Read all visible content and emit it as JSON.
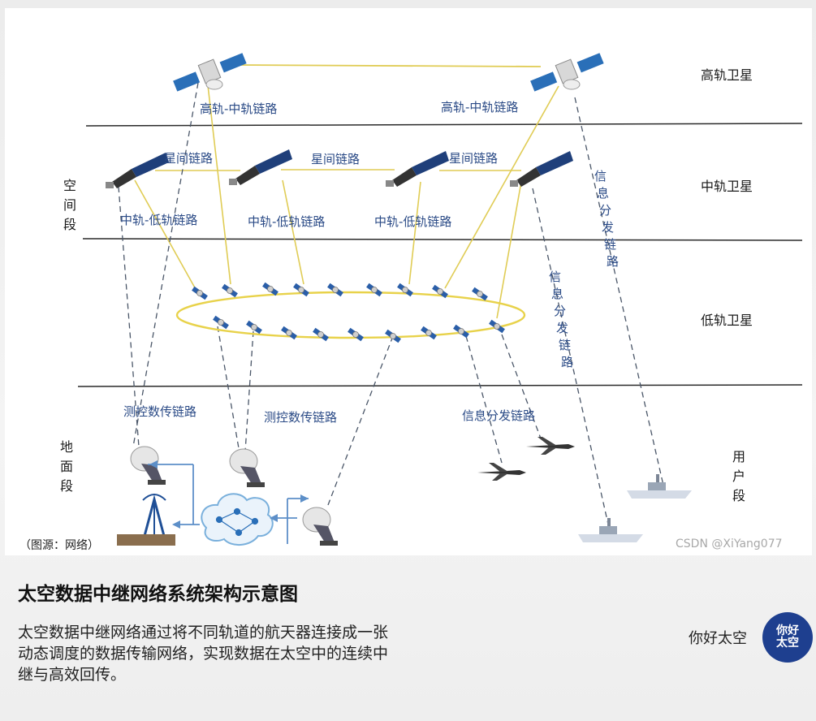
{
  "diagram": {
    "tiers": {
      "geo": "高轨卫星",
      "meo": "中轨卫星",
      "leo": "低轨卫星"
    },
    "segments": {
      "space": "空间段",
      "ground": "地面段",
      "user": "用户段"
    },
    "links": {
      "geo_meo": "高轨-中轨链路",
      "inter_sat": "星间链路",
      "meo_leo": "中轨-低轨链路",
      "info_dist": "信息分发链路",
      "ttc_data": "测控数传链路"
    },
    "source_note": "（图源：网络）",
    "watermark": "CSDN @XiYang077"
  },
  "caption": {
    "title": "太空数据中继网络系统架构示意图",
    "body": "太空数据中继网络通过将不同轨道的航天器连接成一张动态调度的数据传输网络，实现数据在太空中的连续中继与高效回传。"
  },
  "brand": {
    "name": "你好太空",
    "logo_text": "你好太空"
  },
  "colors": {
    "link_text": "#2a4a86",
    "orbit_ring": "#e8d24a",
    "logo_bg": "#1e3f8f"
  }
}
